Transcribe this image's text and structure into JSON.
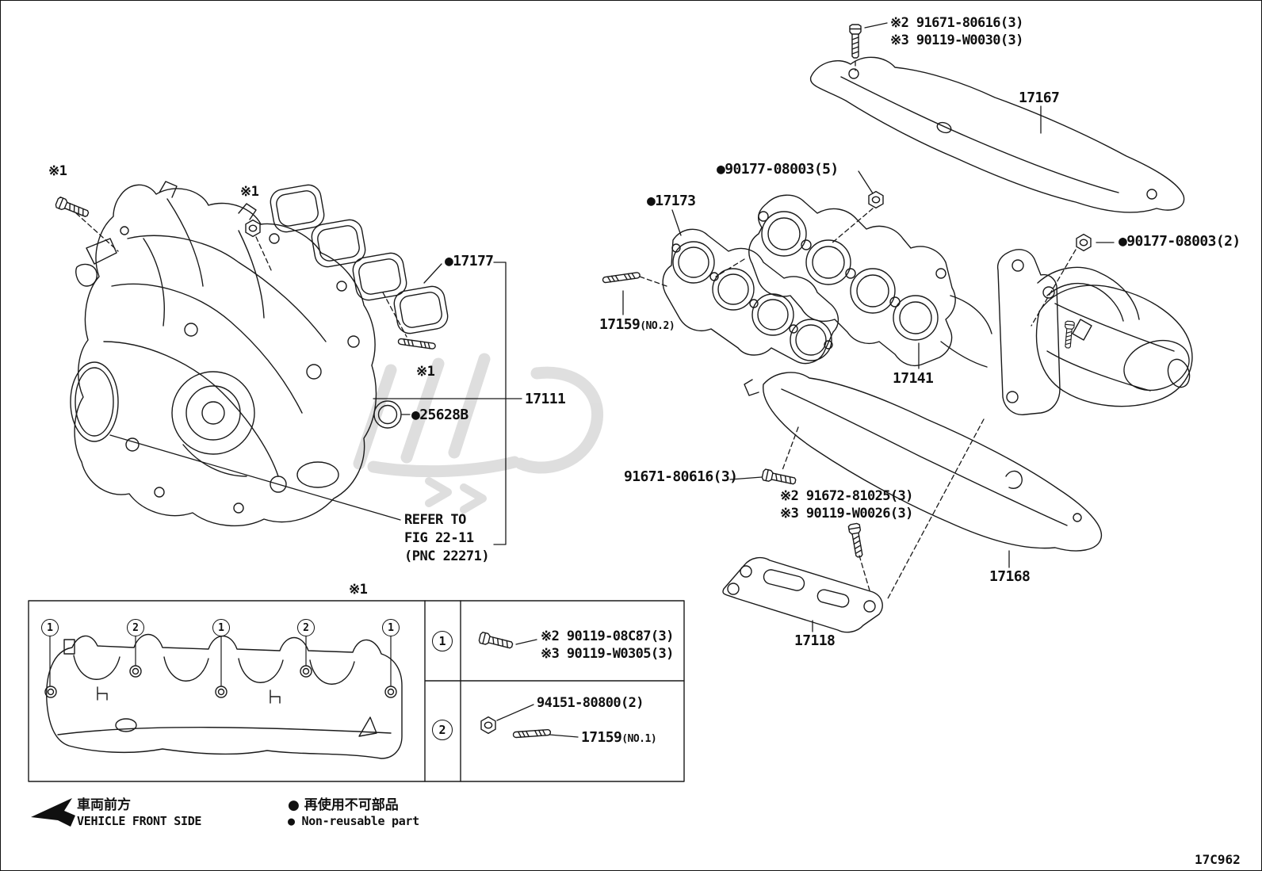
{
  "annotations": {
    "top_bolt_line1": "※2 91671-80616(3)",
    "top_bolt_line2": "※3 90119-W0030(3)",
    "heat_shield_upper": "17167",
    "nut_upper": "●90177-08003(5)",
    "exhaust_gasket": "●17173",
    "nut_right": "●90177-08003(2)",
    "stud_no2": "17159",
    "stud_no2_ref": "(NO.2)",
    "exhaust_manifold": "17141",
    "intake_gasket": "●17177",
    "ref_mark_bolt": "※1",
    "ref_mark_nut": "※1",
    "ref_mark_stud": "※1",
    "intake_manifold": "17111",
    "seal_ring": "●25628B",
    "bolt_lower": "91671-80616(3)",
    "bolt_lower2_line1": "※2 91672-81025(3)",
    "bolt_lower2_line2": "※3 90119-W0026(3)",
    "heat_shield_lower": "17168",
    "bracket": "17118"
  },
  "refer_note": {
    "line1": "REFER TO",
    "line2": "FIG 22-11",
    "line3": "(PNC 22271)"
  },
  "table": {
    "title": "※1",
    "callouts": [
      "1",
      "2",
      "1",
      "2",
      "1"
    ],
    "row1_index": "1",
    "row1_line1": "※2 90119-08C87(3)",
    "row1_line2": "※3 90119-W0305(3)",
    "row2_index": "2",
    "row2_part1": "94151-80800(2)",
    "row2_part2": "17159",
    "row2_part2_ref": "(NO.1)"
  },
  "legend": {
    "front_jp": "車両前方",
    "front_en": "VEHICLE FRONT SIDE",
    "nonreusable_jp": "● 再使用不可部品",
    "nonreusable_en": "● Non-reusable part"
  },
  "diagram_code": "17C962"
}
